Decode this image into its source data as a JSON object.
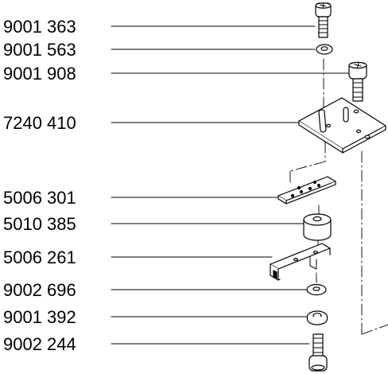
{
  "parts": [
    {
      "number": "9001 363",
      "part": "screw-top"
    },
    {
      "number": "9001 563",
      "part": "washer-top"
    },
    {
      "number": "9001 908",
      "part": "screw-right"
    },
    {
      "number": "7240 410",
      "part": "mounting-plate"
    },
    {
      "number": "5006 301",
      "part": "small-bracket"
    },
    {
      "number": "5010 385",
      "part": "spacer"
    },
    {
      "number": "5006 261",
      "part": "lower-bracket"
    },
    {
      "number": "9002 696",
      "part": "washer-lower"
    },
    {
      "number": "9001 392",
      "part": "washer-bottom"
    },
    {
      "number": "9002 244",
      "part": "bolt-bottom"
    }
  ]
}
